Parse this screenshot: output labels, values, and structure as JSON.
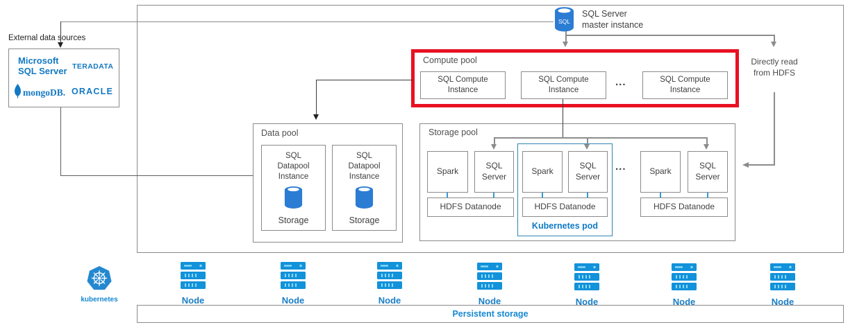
{
  "colors": {
    "accent_blue": "#1379c3",
    "icon_blue": "#1292da",
    "highlight_red": "#e81123",
    "pod_border_blue": "#2f86b5",
    "connector_gray": "#8c8c8c",
    "text_dark": "#3f3f3f"
  },
  "external_sources": {
    "title": "External data sources",
    "logos": {
      "microsoft_sql_server": {
        "line1": "Microsoft",
        "line2": "SQL Server"
      },
      "teradata": "TERADATA",
      "mongodb": "mongoDB.",
      "oracle": "ORACLE"
    }
  },
  "master_instance": {
    "icon_label": "SQL",
    "line1": "SQL Server",
    "line2": "master instance"
  },
  "compute_pool": {
    "title": "Compute pool",
    "instances": [
      "SQL Compute Instance",
      "SQL Compute Instance",
      "SQL Compute Instance"
    ],
    "ellipsis": "..."
  },
  "data_pool": {
    "title": "Data pool",
    "instances": [
      {
        "label": "SQL Datapool Instance",
        "storage_label": "Storage"
      },
      {
        "label": "SQL Datapool Instance",
        "storage_label": "Storage"
      }
    ]
  },
  "storage_pool": {
    "title": "Storage pool",
    "ellipsis": "...",
    "kubernetes_pod_label": "Kubernetes pod",
    "groups": [
      {
        "spark": "Spark",
        "sql": "SQL Server",
        "hdfs": "HDFS Datanode"
      },
      {
        "spark": "Spark",
        "sql": "SQL Server",
        "hdfs": "HDFS Datanode"
      },
      {
        "spark": "Spark",
        "sql": "SQL Server",
        "hdfs": "HDFS Datanode"
      }
    ]
  },
  "hdfs_note": "Directly read from HDFS",
  "infrastructure": {
    "kubernetes_label": "kubernetes",
    "nodes": [
      "Node",
      "Node",
      "Node",
      "Node",
      "Node",
      "Node",
      "Node"
    ],
    "persistent_storage_label": "Persistent storage"
  },
  "icons": {
    "sql-master-cylinder": "blue database cylinder with SQL text",
    "storage-cylinder": "blue database cylinder",
    "mongodb-leaf": "blue leaf",
    "kubernetes-logo": "blue heptagon with white helm wheel",
    "node-server-icon": "blue stacked server rack"
  }
}
